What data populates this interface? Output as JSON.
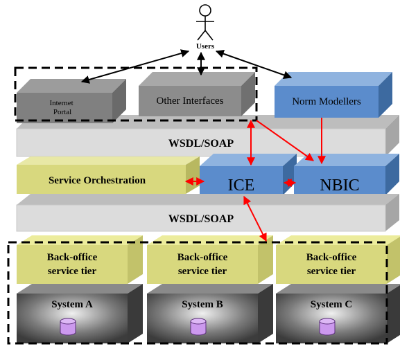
{
  "actor": {
    "label": "Users"
  },
  "interfaces": {
    "internet_portal": "Internet Portal",
    "other_interfaces": "Other Interfaces",
    "norm_modellers": "Norm Modellers"
  },
  "layers": {
    "wsdl_soap_top": "WSDL/SOAP",
    "wsdl_soap_bottom": "WSDL/SOAP"
  },
  "components": {
    "service_orchestration": "Service Orchestration",
    "ice": "ICE",
    "nbic": "NBIC"
  },
  "back_office": [
    {
      "tier": [
        "Back-office",
        "service tier"
      ],
      "system": "System A"
    },
    {
      "tier": [
        "Back-office",
        "service tier"
      ],
      "system": "System B"
    },
    {
      "tier": [
        "Back-office",
        "service tier"
      ],
      "system": "System C"
    }
  ],
  "colors": {
    "gray_block": "#7f7f7f",
    "light_gray_block": "#d9d9d9",
    "blue_block": "#4f81bd",
    "yellow_block": "#d9d97a",
    "system_dark": "#4a4a4a",
    "cylinder": "#cc99ee",
    "arrow_black": "#000000",
    "arrow_red": "#ff0000"
  }
}
